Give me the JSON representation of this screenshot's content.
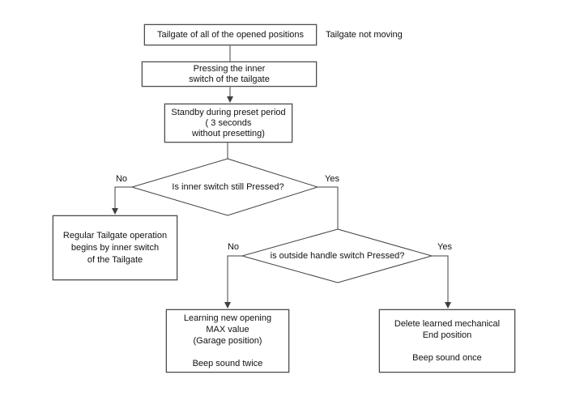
{
  "diagram": {
    "type": "flowchart",
    "nodes": {
      "start": {
        "label": "Tailgate of all of the opened positions"
      },
      "side_note": {
        "label": "Tailgate not moving"
      },
      "press_inner": {
        "label": "Pressing the inner\nswitch of the tailgate"
      },
      "standby": {
        "label": "Standby during preset period\n( 3 seconds\nwithout presetting)"
      },
      "decision_inner": {
        "label": "Is inner switch still Pressed?",
        "no_label": "No",
        "yes_label": "Yes"
      },
      "regular_operation": {
        "label": "Regular Tailgate operation\nbegins by inner switch\nof the Tailgate"
      },
      "decision_outside": {
        "label": "is outside handle switch Pressed?",
        "no_label": "No",
        "yes_label": "Yes"
      },
      "learning": {
        "label": "Learning new opening\nMAX value\n(Garage position)\n\nBeep sound twice"
      },
      "delete": {
        "label": "Delete learned mechanical\nEnd position\n\nBeep sound once"
      }
    },
    "colors": {
      "background": "#ffffff",
      "line": "#404040",
      "box_border": "#4c4c4c",
      "text": "#111111"
    }
  }
}
